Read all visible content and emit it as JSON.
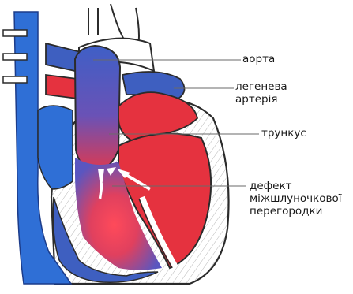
{
  "labels": {
    "aorta": "аорта",
    "pulmonary_artery_line1": "легенева",
    "pulmonary_artery_line2": "артерія",
    "truncus": "трункус",
    "vsd_line1": "дефект",
    "vsd_line2": "міжшлуночкової",
    "vsd_line3": "перегородки"
  },
  "colors": {
    "oxygen_poor": "#2f6fd6",
    "oxygen_rich": "#e5323f",
    "mixed": "#a84a9e",
    "outline": "#2b2b2b",
    "muscle_hatch": "#9a9a9a"
  },
  "icons": {
    "blood_flow": "white-arrow"
  }
}
